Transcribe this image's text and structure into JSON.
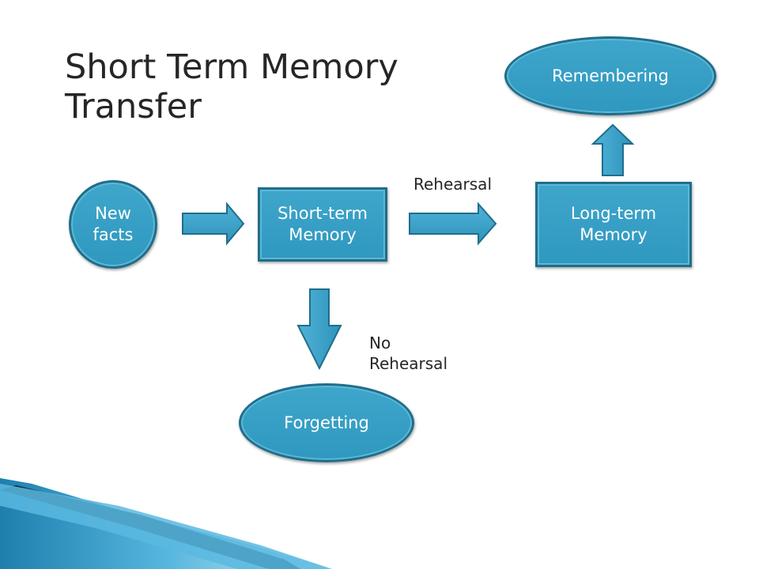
{
  "title": {
    "line1": "Short Term Memory",
    "line2": "Transfer"
  },
  "nodes": {
    "new_facts": {
      "line1": "New",
      "line2": "facts"
    },
    "short_term": {
      "line1": "Short-term",
      "line2": "Memory"
    },
    "long_term": {
      "line1": "Long-term",
      "line2": "Memory"
    },
    "remembering": {
      "label": "Remembering"
    },
    "forgetting": {
      "label": "Forgetting"
    }
  },
  "edge_labels": {
    "rehearsal": "Rehearsal",
    "no_rehearsal_line1": "No",
    "no_rehearsal_line2": "Rehearsal"
  },
  "colors": {
    "node_fill": "#3399c4",
    "node_border": "#1f6e8c",
    "arrow_fill": "#3a9fc7",
    "accent_band": "#5bb8e0"
  }
}
